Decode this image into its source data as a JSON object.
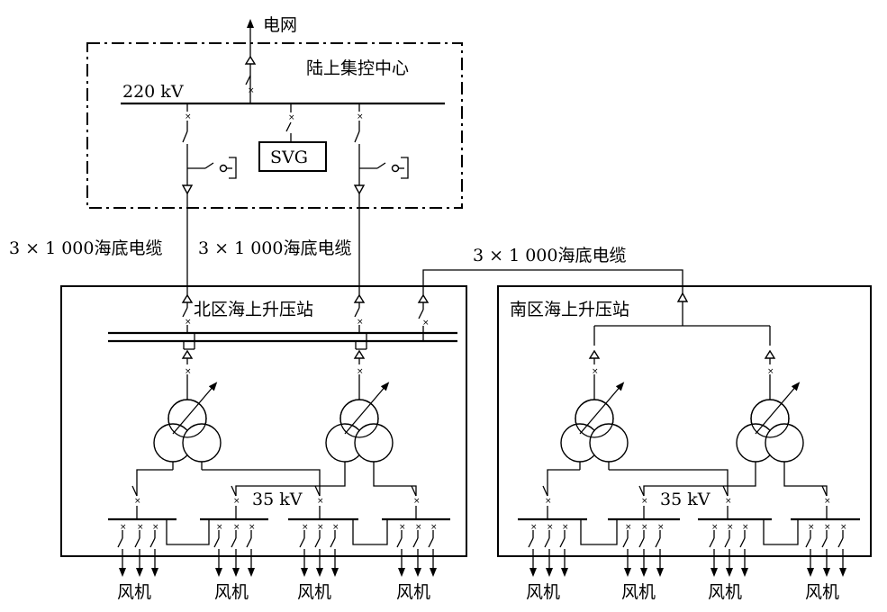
{
  "labels": {
    "grid": "电网",
    "control_center": "陆上集控中心",
    "bus_220": "220 kV",
    "svg_device": "SVG",
    "cable_left": "3 × 1 000海底电缆",
    "cable_mid": "3 × 1 000海底电缆",
    "cable_right": "3 × 1 000海底电缆",
    "north_station": "北区海上升压站",
    "south_station": "南区海上升压站",
    "bus_35_north": "35 kV",
    "bus_35_south": "35 kV",
    "turbine": "风机"
  }
}
